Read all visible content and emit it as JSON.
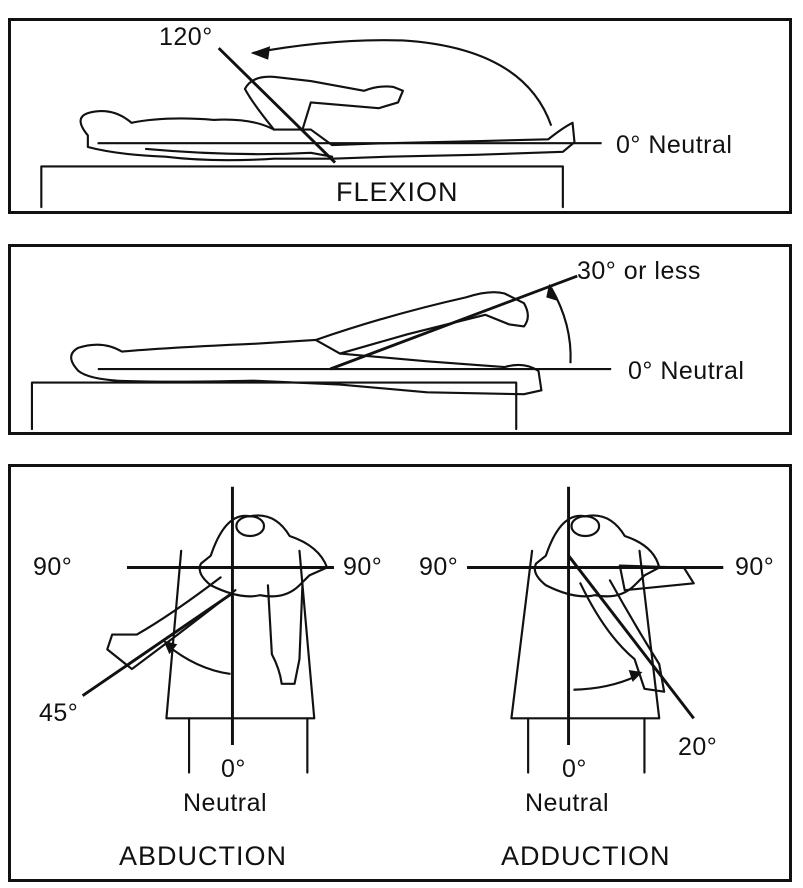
{
  "flexion": {
    "angle_label": "120°",
    "neutral_label": "0° Neutral",
    "caption": "FLEXION"
  },
  "extension": {
    "angle_label": "30° or less",
    "neutral_label": "0° Neutral"
  },
  "abduction": {
    "left_90": "90°",
    "right_90": "90°",
    "angle_label": "45°",
    "zero_label": "0°",
    "neutral_label": "Neutral",
    "caption": "ABDUCTION"
  },
  "adduction": {
    "left_90": "90°",
    "right_90": "90°",
    "angle_label": "20°",
    "zero_label": "0°",
    "neutral_label": "Neutral",
    "caption": "ADDUCTION"
  }
}
